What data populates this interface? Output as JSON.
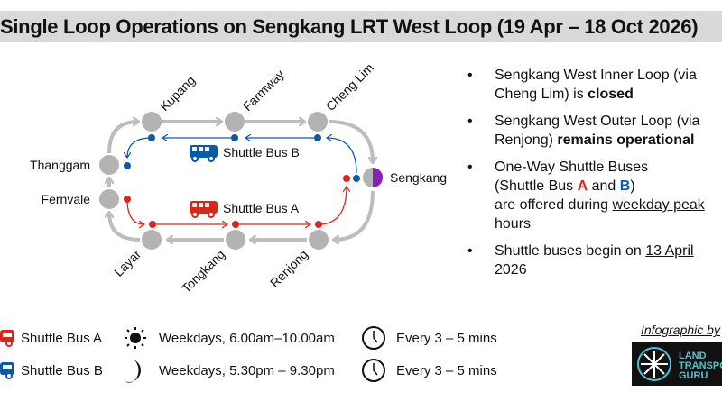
{
  "title": "Single Loop Operations on Sengkang LRT West Loop (19 Apr – 18 Oct 2026)",
  "stations": [
    "Kupang",
    "Farmway",
    "Cheng Lim",
    "Sengkang",
    "Renjong",
    "Tongkang",
    "Layar",
    "Fernvale",
    "Thanggam"
  ],
  "shuttle_b_label": "Shuttle Bus B",
  "shuttle_a_label": "Shuttle Bus A",
  "colors": {
    "line": "#bdbdbd",
    "station": "#b3b3b3",
    "bus_a": "#d9261c",
    "bus_b": "#0a5aa8",
    "sengkang": "#8a1fb5",
    "title_bg": "#d9d9d9"
  },
  "bullets": {
    "b1_pre": "Sengkang West Inner Loop (via",
    "b1_l2": "Cheng Lim) is ",
    "b1_bold": "closed",
    "b2_pre": "Sengkang West Outer Loop (via",
    "b2_l2": "Renjong) ",
    "b2_bold": "remains operational",
    "b3_l1": "One-Way Shuttle Buses",
    "b3_l2a": "(Shuttle Bus ",
    "b3_a": "A",
    "b3_and": " and ",
    "b3_b": "B",
    "b3_close": ")",
    "b3_l3": "are offered during ",
    "b3_link": "weekday peak",
    "b3_l4": "hours",
    "b4_l1": "Shuttle buses begin on ",
    "b4_date": "13 April",
    "b4_l2": "2026"
  },
  "legend": [
    {
      "bus": "Shuttle Bus A",
      "period_icon": "sun-icon",
      "time": "Weekdays, 6.00am–10.00am",
      "freq": "Every 3 – 5 mins"
    },
    {
      "bus": "Shuttle Bus B",
      "period_icon": "moon-icon",
      "time": "Weekdays, 5.30pm – 9.30pm",
      "freq": "Every 3 – 5 mins"
    }
  ],
  "credit": "Infographic by",
  "logo_text": [
    "LAND",
    "TRANSPORT",
    "GURU"
  ]
}
